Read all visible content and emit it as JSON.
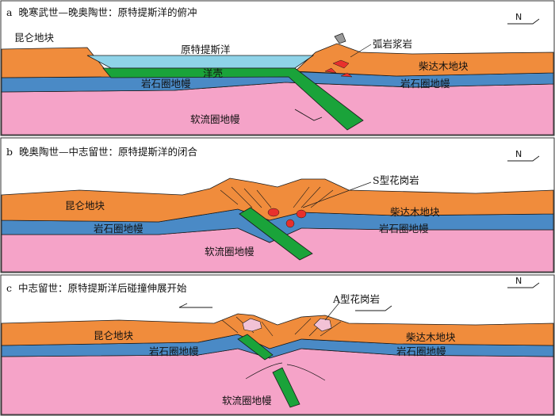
{
  "panels": [
    {
      "letter": "a",
      "title": "晚寒武世—晚奥陶世：原特提斯洋的俯冲",
      "north": "N",
      "labels": {
        "kunlun": "昆仑地块",
        "ocean": "原特提斯洋",
        "crust": "洋壳",
        "arc": "弧岩浆岩",
        "qaidam": "柴达木地块",
        "litho_left": "岩石圈地幔",
        "litho_right": "岩石圈地幔",
        "astheno": "软流圈地幔"
      }
    },
    {
      "letter": "b",
      "title": "晚奥陶世—中志留世：原特提斯洋的闭合",
      "north": "N",
      "labels": {
        "granite": "S型花岗岩",
        "kunlun": "昆仑地块",
        "qaidam": "柴达木地块",
        "litho_left": "岩石圈地幔",
        "litho_right": "岩石圈地幔",
        "astheno": "软流圈地幔"
      }
    },
    {
      "letter": "c",
      "title": "中志留世：原特提斯洋后碰撞伸展开始",
      "north": "N",
      "labels": {
        "granite": "A型花岗岩",
        "kunlun": "昆仑地块",
        "qaidam": "柴达木地块",
        "litho_left": "岩石圈地幔",
        "litho_right": "岩石圈地幔",
        "astheno": "软流圈地幔"
      }
    }
  ],
  "colors": {
    "crust": "#f08c3c",
    "ocean": "#8fd3e8",
    "oceanic_crust": "#1aa33a",
    "lithosphere": "#4a8ac6",
    "asthenosphere": "#f5a3c8",
    "magma": "#e8302c",
    "a_granite": "#f2c2d6",
    "outline": "#1a1a1a"
  }
}
